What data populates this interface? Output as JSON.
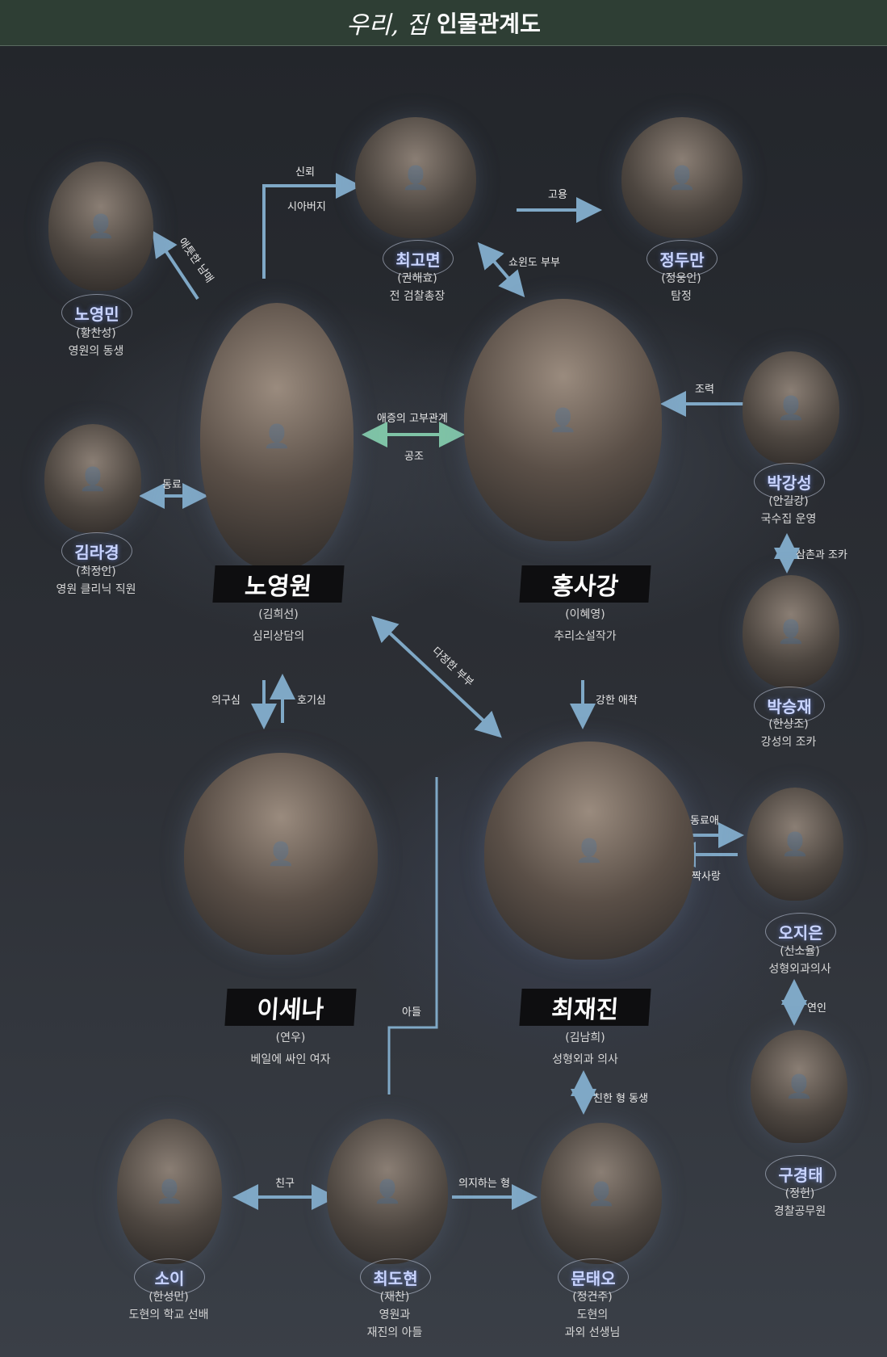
{
  "title": {
    "show": "우리, 집",
    "subtitle": "인물관계도"
  },
  "characters": {
    "noyeongmin": {
      "name": "노영민",
      "actor": "(황찬성)",
      "role": "영원의 동생"
    },
    "choegomyeon": {
      "name": "최고면",
      "actor": "(권해효)",
      "role": "전 검찰총장"
    },
    "jeongduman": {
      "name": "정두만",
      "actor": "(정웅인)",
      "role": "탐정"
    },
    "noyeongwon": {
      "name": "노영원",
      "actor": "(김희선)",
      "role": "심리상담의"
    },
    "hongsagang": {
      "name": "홍사강",
      "actor": "(이혜영)",
      "role": "추리소설작가"
    },
    "kimragyeong": {
      "name": "김라경",
      "actor": "(최정인)",
      "role": "영원 클리닉 직원"
    },
    "parkganseong": {
      "name": "박강성",
      "actor": "(안길강)",
      "role": "국수집 운영"
    },
    "parkseungjae": {
      "name": "박승재",
      "actor": "(한상조)",
      "role": "강성의 조카"
    },
    "isena": {
      "name": "이세나",
      "actor": "(연우)",
      "role": "베일에 싸인 여자"
    },
    "choejaejin": {
      "name": "최재진",
      "actor": "(김남희)",
      "role": "성형외과 의사"
    },
    "ojieun": {
      "name": "오지은",
      "actor": "(신소율)",
      "role": "성형외과의사"
    },
    "gugyeongtae": {
      "name": "구경태",
      "actor": "(정헌)",
      "role": "경찰공무원"
    },
    "soi": {
      "name": "소이",
      "actor": "(한성민)",
      "role": "도현의 학교 선배"
    },
    "choedohyeon": {
      "name": "최도현",
      "actor": "(재찬)",
      "role": "영원과",
      "role2": "재진의 아들"
    },
    "muntaeo": {
      "name": "문태오",
      "actor": "(정건주)",
      "role": "도현의",
      "role2": "과외 선생님"
    }
  },
  "relations": {
    "trust": "신뢰",
    "father_in_law": "시아버지",
    "hire": "고용",
    "siblings": "애틋한 남매",
    "showwindow": "쇼윈도 부부",
    "love_hate": "애증의 고부관계",
    "conspire": "공조",
    "coworker": "동료",
    "cooperate": "조력",
    "uncle_nephew": "삼촌과 조카",
    "suspicion": "의구심",
    "curiosity": "호기심",
    "affectionate_couple": "다정한 부부",
    "strong_attachment": "강한 애착",
    "coworker_love": "동료애",
    "crush": "짝사랑",
    "lovers": "연인",
    "son": "아들",
    "close_brothers": "친한 형 동생",
    "friend": "친구",
    "reliable_brother": "의지하는 형"
  }
}
